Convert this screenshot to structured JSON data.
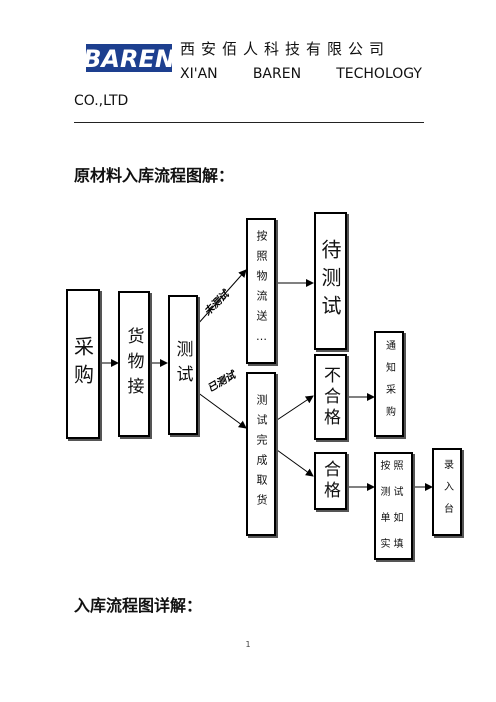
{
  "header": {
    "logo_text": "BAREN",
    "company_cn": "西安佰人科技有限公司",
    "company_en_parts": [
      "XI'AN",
      "BAREN",
      "TECHOLOGY"
    ],
    "company_en_cont": "CO.,LTD"
  },
  "section1_title": "原材料入库流程图解：",
  "section2_title": "入库流程图详解：",
  "flow": {
    "purchase": "采购",
    "receive": "货物接",
    "test": "测试",
    "logistics": "按照物流送…",
    "wait_test": "待测试",
    "test_done_pickup": "测试完成取货",
    "unqualified": "不合格",
    "notify_purchase": "通知采购",
    "qualified": "合格",
    "fill_per_test_sheet": [
      "按照",
      "测试",
      "单如",
      "实填"
    ],
    "enter_stock": "录入台",
    "label_untested": "未测试",
    "label_tested": "已测试"
  },
  "page_number": "1"
}
